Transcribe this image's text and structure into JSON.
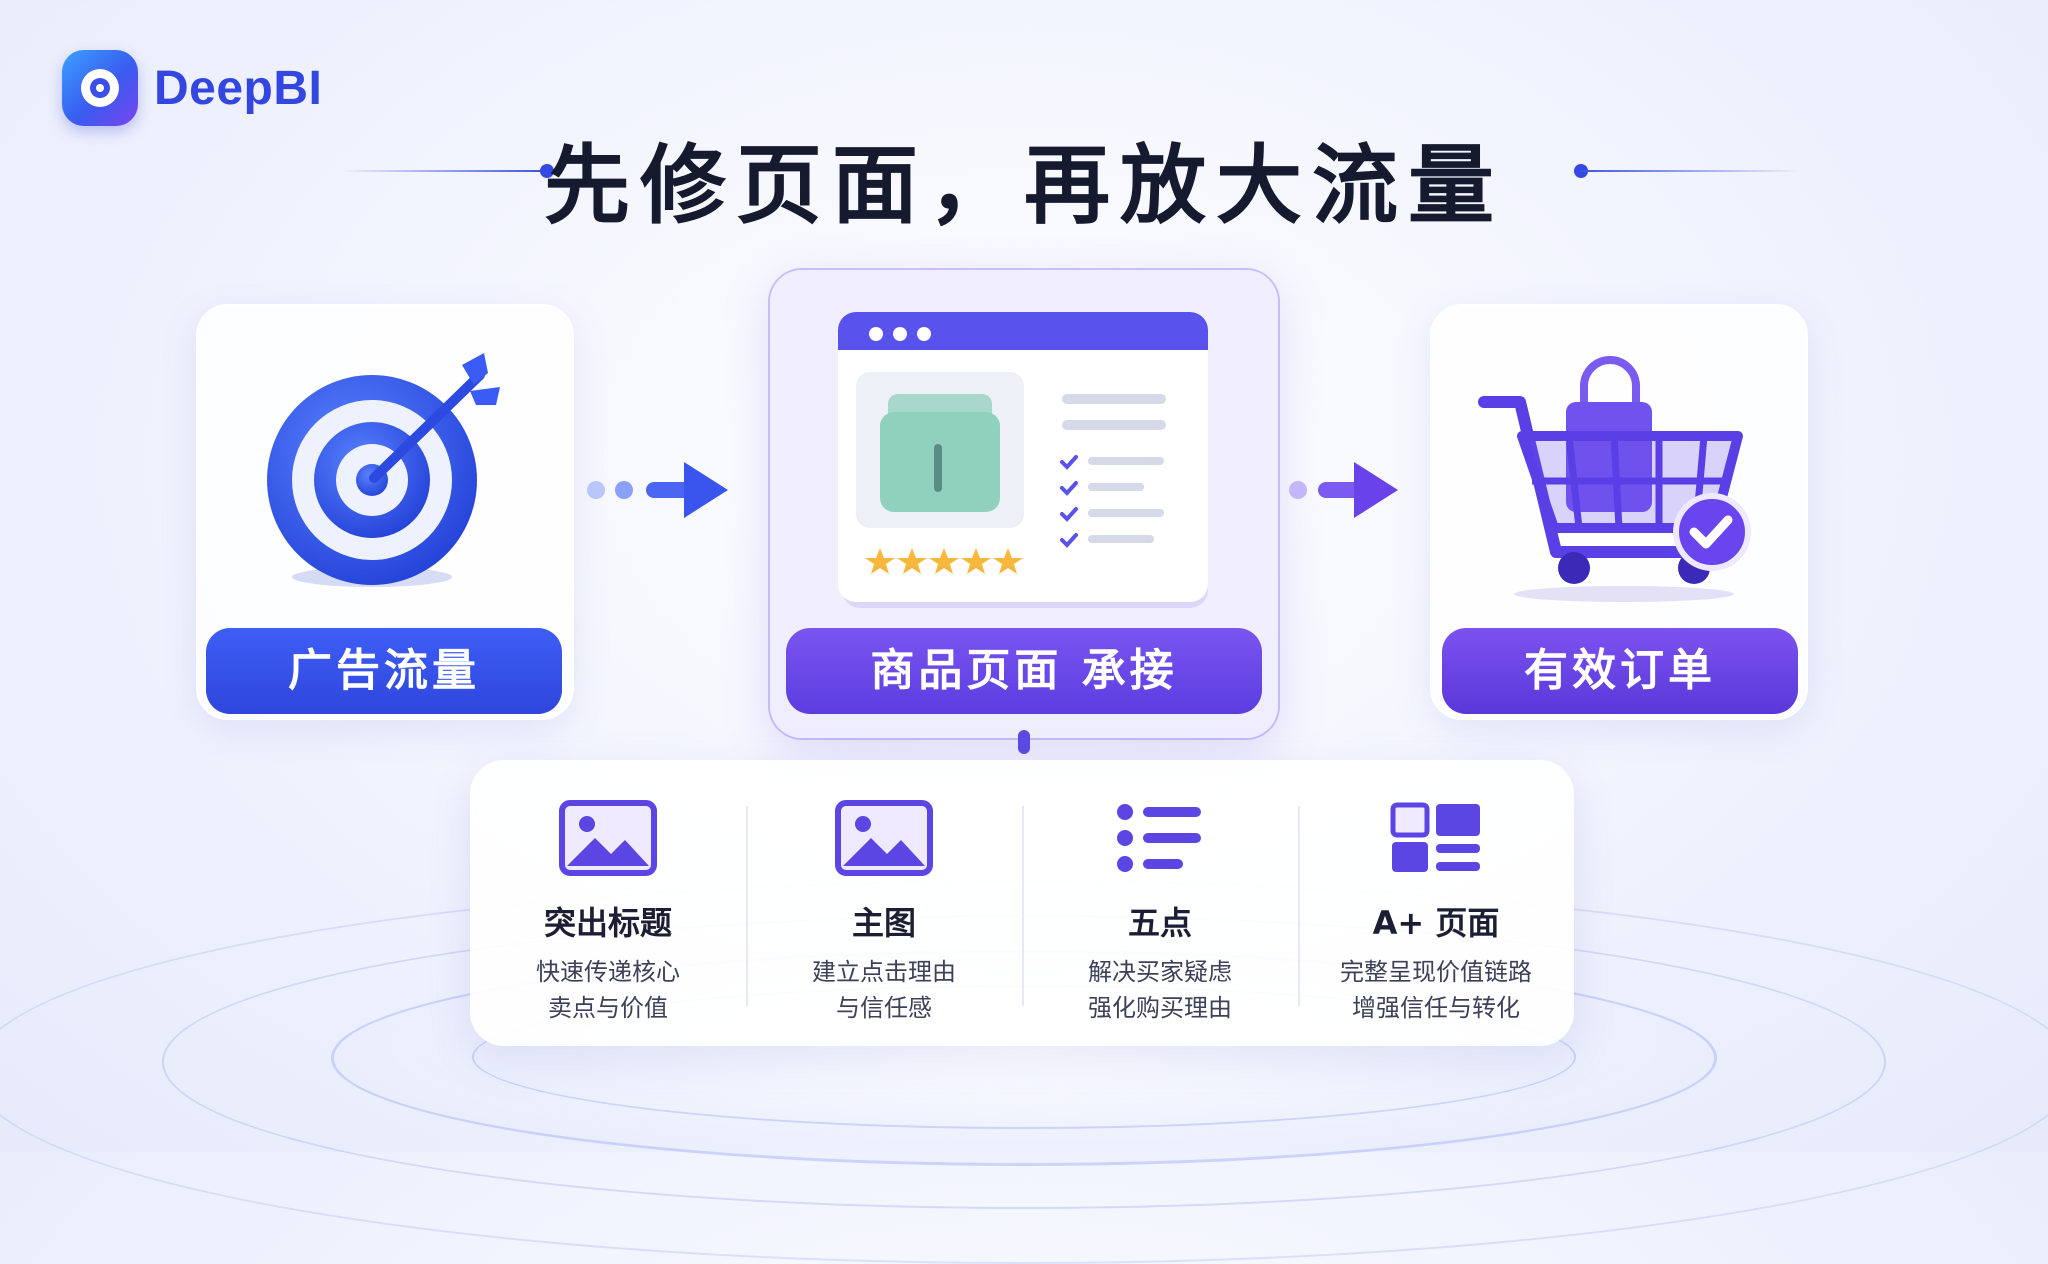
{
  "brand": {
    "name": "DeepBI"
  },
  "headline": "先修页面，再放大流量",
  "stages": [
    {
      "label": "广告流量",
      "icon": "target-arrow-icon"
    },
    {
      "label": "商品页面 承接",
      "icon": "product-page-icon"
    },
    {
      "label": "有效订单",
      "icon": "shopping-cart-check-icon"
    }
  ],
  "features": [
    {
      "title": "突出标题",
      "desc": [
        "快速传递核心",
        "卖点与价值"
      ],
      "icon": "image-icon"
    },
    {
      "title": "主图",
      "desc": [
        "建立点击理由",
        "与信任感"
      ],
      "icon": "image-icon"
    },
    {
      "title": "五点",
      "desc": [
        "解决买家疑虑",
        "强化购买理由"
      ],
      "icon": "bullet-list-icon"
    },
    {
      "title": "A+ 页面",
      "desc": [
        "完整呈现价值链路",
        "增强信任与转化"
      ],
      "icon": "layout-grid-icon"
    }
  ],
  "colors": {
    "primary_blue": "#3446e0",
    "primary_purple": "#5b3de0",
    "title": "#161a2e"
  }
}
